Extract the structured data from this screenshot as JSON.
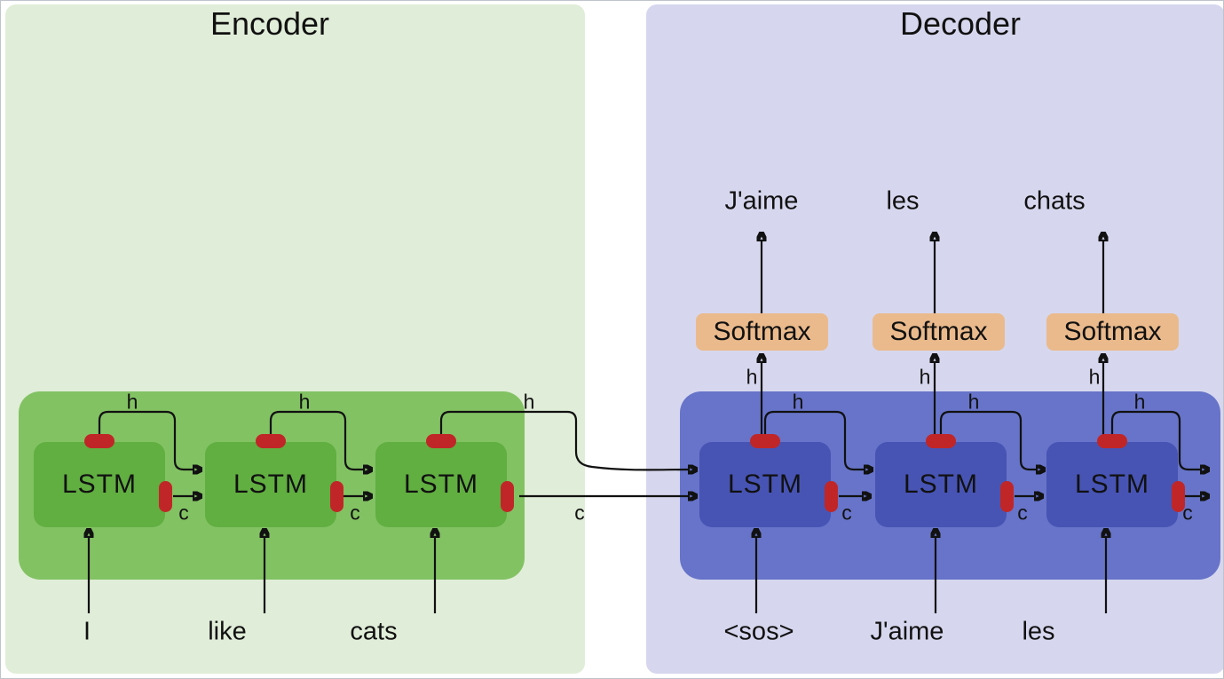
{
  "encoder": {
    "title": "Encoder",
    "cells": [
      {
        "label": "LSTM"
      },
      {
        "label": "LSTM"
      },
      {
        "label": "LSTM"
      }
    ],
    "inputs": [
      "I",
      "like",
      "cats"
    ]
  },
  "decoder": {
    "title": "Decoder",
    "cells": [
      {
        "label": "LSTM"
      },
      {
        "label": "LSTM"
      },
      {
        "label": "LSTM"
      }
    ],
    "softmax": [
      "Softmax",
      "Softmax",
      "Softmax"
    ],
    "inputs": [
      "<sos>",
      "J'aime",
      "les"
    ],
    "outputs": [
      "J'aime",
      "les",
      "chats"
    ]
  },
  "labels": {
    "h": "h",
    "c": "c"
  },
  "colors": {
    "encoder_panel": "#e0edd8",
    "encoder_container": "#82c263",
    "encoder_cell": "#61ae41",
    "decoder_panel": "#d6d7ee",
    "decoder_container": "#6774c9",
    "decoder_cell": "#4754b4",
    "pill": "#c02627",
    "softmax_box": "#eaba8c",
    "arrow": "#111111"
  }
}
